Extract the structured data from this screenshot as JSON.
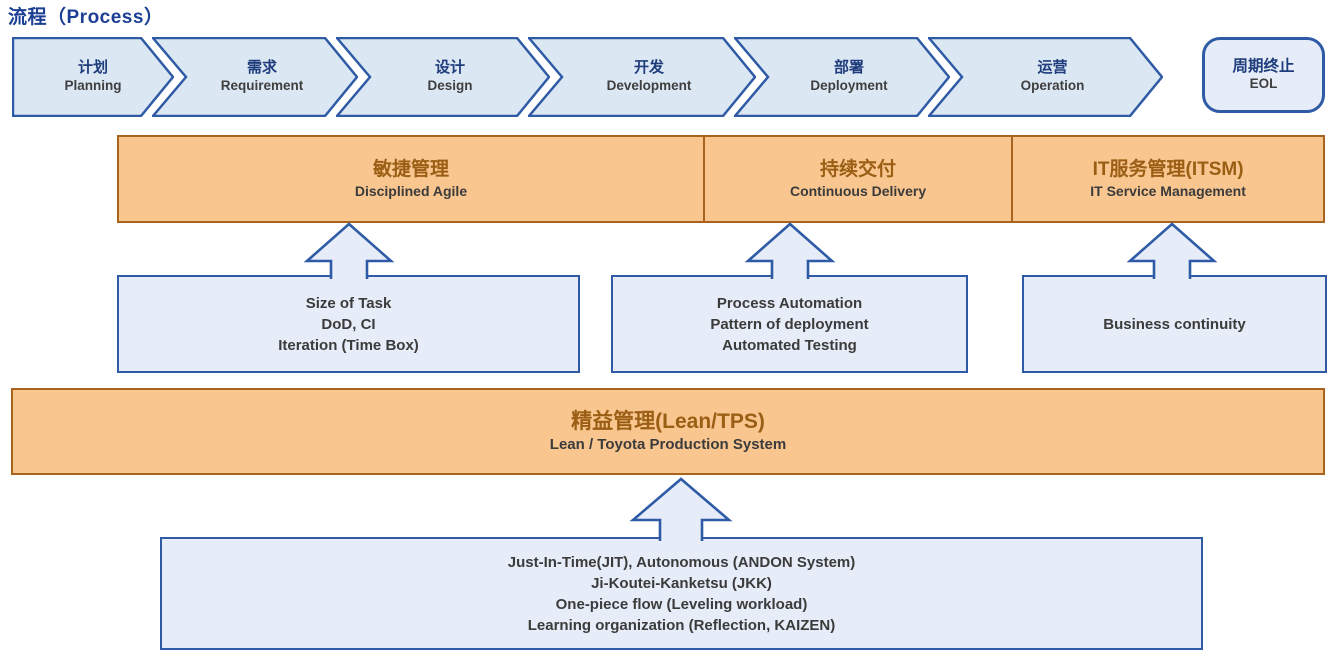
{
  "title": "流程（Process）",
  "colors": {
    "title_blue": "#1c3f94",
    "accent_blue_border": "#2f5ba6",
    "light_blue_fill": "#e6edf8",
    "chevron_fill": "#dce7f4",
    "navy_text": "#1f3d7c",
    "orange_fill": "#f9c68f",
    "orange_border": "#a8641f",
    "brown_text": "#9a5e14",
    "dark_text": "#3b3b3b"
  },
  "process": {
    "steps": [
      {
        "zh": "计划",
        "en": "Planning"
      },
      {
        "zh": "需求",
        "en": "Requirement"
      },
      {
        "zh": "设计",
        "en": "Design"
      },
      {
        "zh": "开发",
        "en": "Development"
      },
      {
        "zh": "部署",
        "en": "Deployment"
      },
      {
        "zh": "运营",
        "en": "Operation"
      }
    ],
    "eol": {
      "zh": "周期终止",
      "en": "EOL"
    }
  },
  "practice_bar": {
    "sections": [
      {
        "zh": "敏捷管理",
        "en": "Disciplined Agile"
      },
      {
        "zh": "持续交付",
        "en": "Continuous Delivery"
      },
      {
        "zh": "IT服务管理(ITSM)",
        "en": "IT Service Management"
      }
    ]
  },
  "detail_boxes": {
    "agile": {
      "lines": [
        "Size of Task",
        "DoD, CI",
        "Iteration (Time Box)"
      ]
    },
    "cd": {
      "lines": [
        "Process Automation",
        "Pattern of deployment",
        "Automated Testing"
      ]
    },
    "itsm": {
      "lines": [
        "Business continuity"
      ]
    }
  },
  "lean_bar": {
    "zh": "精益管理(Lean/TPS)",
    "en": "Lean / Toyota Production System"
  },
  "lean_box": {
    "lines": [
      "Just-In-Time(JIT), Autonomous (ANDON System)",
      "Ji-Koutei-Kanketsu (JKK)",
      "One-piece flow (Leveling workload)",
      "Learning organization (Reflection, KAIZEN)"
    ]
  }
}
